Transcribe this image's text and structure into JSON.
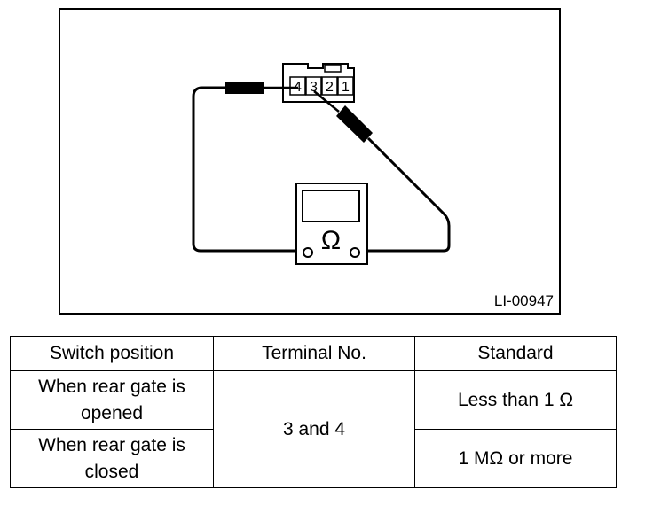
{
  "figure": {
    "id": "LI-00947",
    "connector_terminals": [
      "4",
      "3",
      "2",
      "1"
    ],
    "meter_symbol": "Ω"
  },
  "table": {
    "headers": [
      "Switch position",
      "Terminal No.",
      "Standard"
    ],
    "rows": [
      {
        "switch_position": "When rear gate is opened",
        "terminal": "3 and 4",
        "standard": "Less than 1 Ω"
      },
      {
        "switch_position": "When rear gate is closed",
        "terminal": "3 and 4",
        "standard": "1 MΩ or more"
      }
    ]
  }
}
